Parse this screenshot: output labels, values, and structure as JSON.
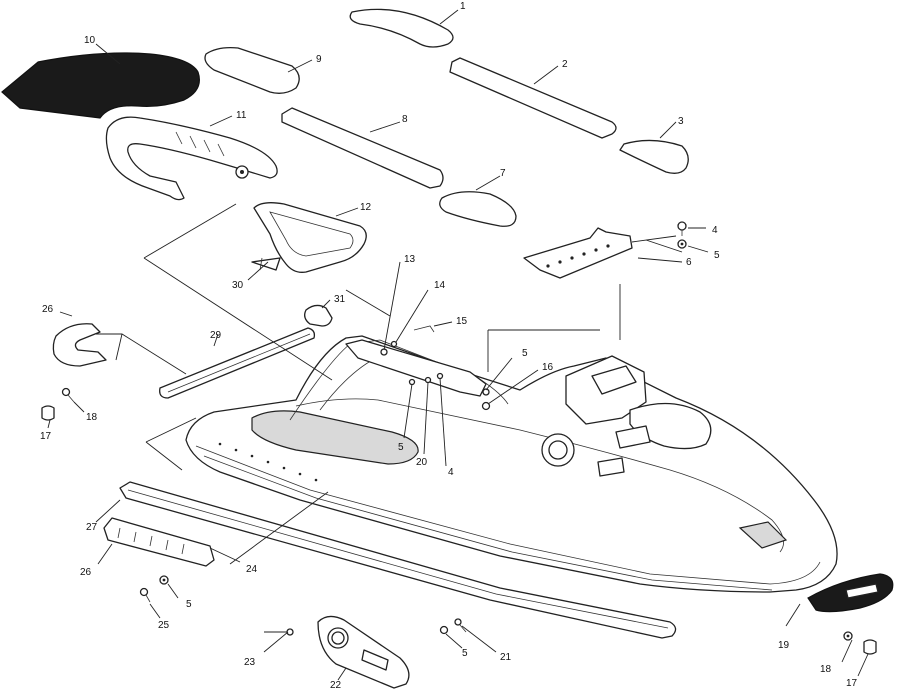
{
  "diagram": {
    "callouts": [
      {
        "id": "c1",
        "text": "1"
      },
      {
        "id": "c2",
        "text": "2"
      },
      {
        "id": "c3",
        "text": "3"
      },
      {
        "id": "c4a",
        "text": "4"
      },
      {
        "id": "c5a",
        "text": "5"
      },
      {
        "id": "c6",
        "text": "6"
      },
      {
        "id": "c7",
        "text": "7"
      },
      {
        "id": "c8",
        "text": "8"
      },
      {
        "id": "c9",
        "text": "9"
      },
      {
        "id": "c10",
        "text": "10"
      },
      {
        "id": "c11",
        "text": "11"
      },
      {
        "id": "c12",
        "text": "12"
      },
      {
        "id": "c13",
        "text": "13"
      },
      {
        "id": "c14",
        "text": "14"
      },
      {
        "id": "c15",
        "text": "15"
      },
      {
        "id": "c5b",
        "text": "5"
      },
      {
        "id": "c16",
        "text": "16"
      },
      {
        "id": "c5c",
        "text": "5"
      },
      {
        "id": "c20",
        "text": "20"
      },
      {
        "id": "c4b",
        "text": "4"
      },
      {
        "id": "c31",
        "text": "31"
      },
      {
        "id": "c30",
        "text": "30"
      },
      {
        "id": "c26a",
        "text": "26"
      },
      {
        "id": "c29",
        "text": "29"
      },
      {
        "id": "c18a",
        "text": "18"
      },
      {
        "id": "c17a",
        "text": "17"
      },
      {
        "id": "c27",
        "text": "27"
      },
      {
        "id": "c26b",
        "text": "26"
      },
      {
        "id": "c24",
        "text": "24"
      },
      {
        "id": "c5d",
        "text": "5"
      },
      {
        "id": "c25",
        "text": "25"
      },
      {
        "id": "c23",
        "text": "23"
      },
      {
        "id": "c22",
        "text": "22"
      },
      {
        "id": "c5e",
        "text": "5"
      },
      {
        "id": "c21",
        "text": "21"
      },
      {
        "id": "c19",
        "text": "19"
      },
      {
        "id": "c18b",
        "text": "18"
      },
      {
        "id": "c17b",
        "text": "17"
      }
    ]
  }
}
